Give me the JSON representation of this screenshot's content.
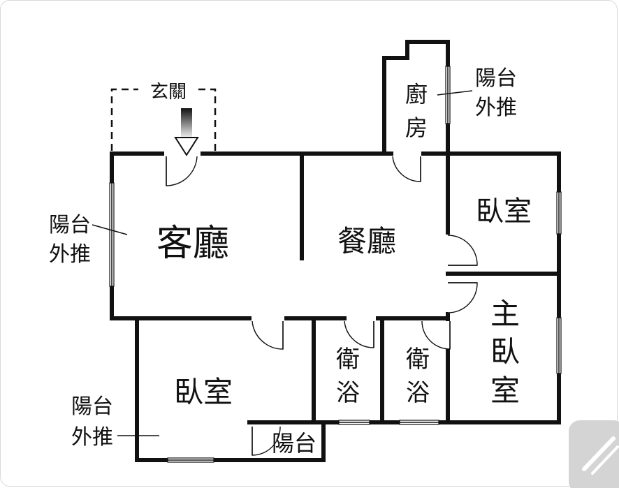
{
  "labels": {
    "entrance": "玄關",
    "living_room": "客廳",
    "dining_room": "餐廳",
    "kitchen_line1": "廚",
    "kitchen_line2": "房",
    "bedroom_ne": "臥室",
    "master_line1": "主",
    "master_line2": "臥",
    "master_line3": "室",
    "bedroom_sw": "臥室",
    "bath1_line1": "衛",
    "bath1_line2": "浴",
    "bath2_line1": "衛",
    "bath2_line2": "浴",
    "balcony_small": "陽台",
    "balcony_kitchen_line1": "陽台",
    "balcony_kitchen_line2": "外推",
    "balcony_living_line1": "陽台",
    "balcony_living_line2": "外推",
    "balcony_bedroom_line1": "陽台",
    "balcony_bedroom_line2": "外推"
  },
  "icons": {
    "entry_arrow": "arrow-down-icon",
    "corner_tool": "pencil-icon"
  },
  "colors": {
    "wall": "#111111",
    "background": "#ffffff",
    "corner_badge": "#d4d4d4"
  }
}
